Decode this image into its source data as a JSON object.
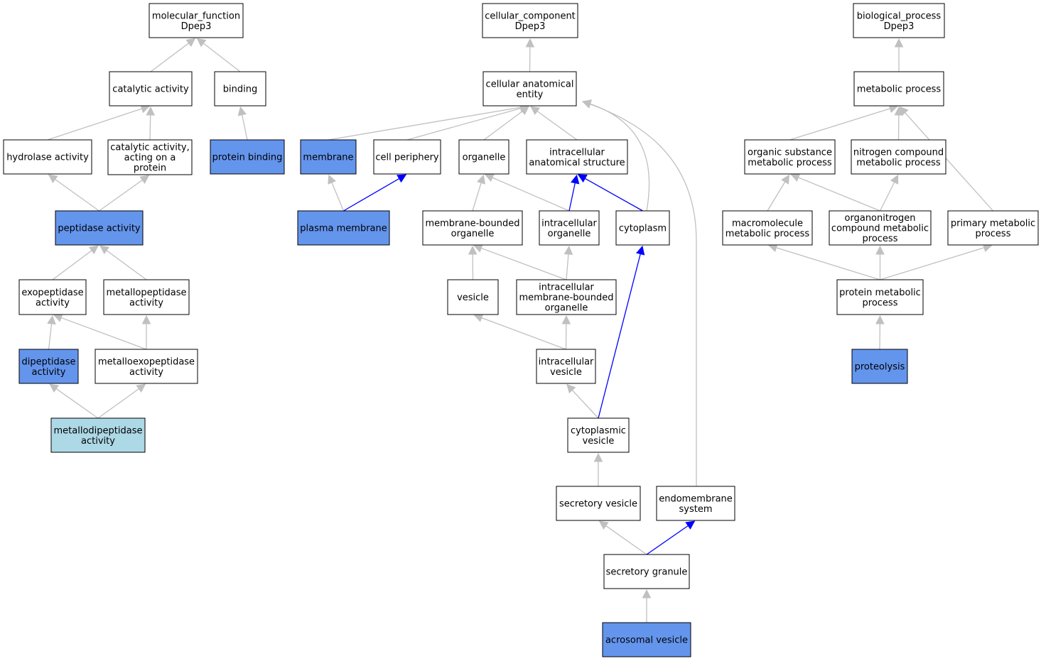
{
  "colors": {
    "default_fill": "#ffffff",
    "annotated_fill": "#6495ed",
    "query_fill": "#add8e6",
    "edge_gray": "#c0c0c0",
    "edge_blue": "#0000ff"
  },
  "nodes": {
    "mf_root": {
      "lines": [
        "molecular_function",
        "Dpep3"
      ],
      "kind": "default"
    },
    "catalytic_activity": {
      "lines": [
        "catalytic activity"
      ],
      "kind": "default"
    },
    "binding": {
      "lines": [
        "binding"
      ],
      "kind": "default"
    },
    "hydrolase_activity": {
      "lines": [
        "hydrolase activity"
      ],
      "kind": "default"
    },
    "catalytic_protein": {
      "lines": [
        "catalytic activity,",
        "acting on a",
        "protein"
      ],
      "kind": "default"
    },
    "protein_binding": {
      "lines": [
        "protein binding"
      ],
      "kind": "annotated"
    },
    "peptidase_activity": {
      "lines": [
        "peptidase activity"
      ],
      "kind": "annotated"
    },
    "exopeptidase_activity": {
      "lines": [
        "exopeptidase",
        "activity"
      ],
      "kind": "default"
    },
    "metallopeptidase_activity": {
      "lines": [
        "metallopeptidase",
        "activity"
      ],
      "kind": "default"
    },
    "dipeptidase_activity": {
      "lines": [
        "dipeptidase",
        "activity"
      ],
      "kind": "annotated"
    },
    "metalloexopeptidase_activity": {
      "lines": [
        "metalloexopeptidase",
        "activity"
      ],
      "kind": "default"
    },
    "metallodipeptidase_activity": {
      "lines": [
        "metallodipeptidase",
        "activity"
      ],
      "kind": "query"
    },
    "cc_root": {
      "lines": [
        "cellular_component",
        "Dpep3"
      ],
      "kind": "default"
    },
    "cellular_anatomical_entity": {
      "lines": [
        "cellular anatomical",
        "entity"
      ],
      "kind": "default"
    },
    "membrane": {
      "lines": [
        "membrane"
      ],
      "kind": "annotated"
    },
    "cell_periphery": {
      "lines": [
        "cell periphery"
      ],
      "kind": "default"
    },
    "organelle": {
      "lines": [
        "organelle"
      ],
      "kind": "default"
    },
    "intracellular_anatomical_structure": {
      "lines": [
        "intracellular",
        "anatomical structure"
      ],
      "kind": "default"
    },
    "plasma_membrane": {
      "lines": [
        "plasma membrane"
      ],
      "kind": "annotated"
    },
    "membrane_bounded_organelle": {
      "lines": [
        "membrane-bounded",
        "organelle"
      ],
      "kind": "default"
    },
    "intracellular_organelle": {
      "lines": [
        "intracellular",
        "organelle"
      ],
      "kind": "default"
    },
    "cytoplasm": {
      "lines": [
        "cytoplasm"
      ],
      "kind": "default"
    },
    "vesicle": {
      "lines": [
        "vesicle"
      ],
      "kind": "default"
    },
    "intracellular_mbo": {
      "lines": [
        "intracellular",
        "membrane-bounded",
        "organelle"
      ],
      "kind": "default"
    },
    "intracellular_vesicle": {
      "lines": [
        "intracellular",
        "vesicle"
      ],
      "kind": "default"
    },
    "cytoplasmic_vesicle": {
      "lines": [
        "cytoplasmic",
        "vesicle"
      ],
      "kind": "default"
    },
    "secretory_vesicle": {
      "lines": [
        "secretory vesicle"
      ],
      "kind": "default"
    },
    "endomembrane_system": {
      "lines": [
        "endomembrane",
        "system"
      ],
      "kind": "default"
    },
    "secretory_granule": {
      "lines": [
        "secretory granule"
      ],
      "kind": "default"
    },
    "acrosomal_vesicle": {
      "lines": [
        "acrosomal vesicle"
      ],
      "kind": "annotated"
    },
    "bp_root": {
      "lines": [
        "biological_process",
        "Dpep3"
      ],
      "kind": "default"
    },
    "metabolic_process": {
      "lines": [
        "metabolic process"
      ],
      "kind": "default"
    },
    "organic_substance_mp": {
      "lines": [
        "organic substance",
        "metabolic process"
      ],
      "kind": "default"
    },
    "nitrogen_compound_mp": {
      "lines": [
        "nitrogen compound",
        "metabolic process"
      ],
      "kind": "default"
    },
    "macromolecule_mp": {
      "lines": [
        "macromolecule",
        "metabolic process"
      ],
      "kind": "default"
    },
    "organonitrogen_cmp": {
      "lines": [
        "organonitrogen",
        "compound metabolic",
        "process"
      ],
      "kind": "default"
    },
    "primary_mp": {
      "lines": [
        "primary metabolic",
        "process"
      ],
      "kind": "default"
    },
    "protein_mp": {
      "lines": [
        "protein metabolic",
        "process"
      ],
      "kind": "default"
    },
    "proteolysis": {
      "lines": [
        "proteolysis"
      ],
      "kind": "annotated"
    }
  },
  "edges": [
    {
      "from": "catalytic_activity",
      "to": "mf_root",
      "color": "gray"
    },
    {
      "from": "binding",
      "to": "mf_root",
      "color": "gray"
    },
    {
      "from": "hydrolase_activity",
      "to": "catalytic_activity",
      "color": "gray"
    },
    {
      "from": "catalytic_protein",
      "to": "catalytic_activity",
      "color": "gray"
    },
    {
      "from": "protein_binding",
      "to": "binding",
      "color": "gray"
    },
    {
      "from": "peptidase_activity",
      "to": "hydrolase_activity",
      "color": "gray"
    },
    {
      "from": "peptidase_activity",
      "to": "catalytic_protein",
      "color": "gray"
    },
    {
      "from": "exopeptidase_activity",
      "to": "peptidase_activity",
      "color": "gray"
    },
    {
      "from": "metallopeptidase_activity",
      "to": "peptidase_activity",
      "color": "gray"
    },
    {
      "from": "dipeptidase_activity",
      "to": "exopeptidase_activity",
      "color": "gray"
    },
    {
      "from": "metalloexopeptidase_activity",
      "to": "exopeptidase_activity",
      "color": "gray"
    },
    {
      "from": "metalloexopeptidase_activity",
      "to": "metallopeptidase_activity",
      "color": "gray"
    },
    {
      "from": "metallodipeptidase_activity",
      "to": "dipeptidase_activity",
      "color": "gray"
    },
    {
      "from": "metallodipeptidase_activity",
      "to": "metalloexopeptidase_activity",
      "color": "gray"
    },
    {
      "from": "cellular_anatomical_entity",
      "to": "cc_root",
      "color": "gray"
    },
    {
      "from": "membrane",
      "to": "cellular_anatomical_entity",
      "color": "gray"
    },
    {
      "from": "cell_periphery",
      "to": "cellular_anatomical_entity",
      "color": "gray"
    },
    {
      "from": "organelle",
      "to": "cellular_anatomical_entity",
      "color": "gray"
    },
    {
      "from": "intracellular_anatomical_structure",
      "to": "cellular_anatomical_entity",
      "color": "gray"
    },
    {
      "from": "cytoplasm",
      "to": "cellular_anatomical_entity",
      "color": "gray",
      "curve": "cyto"
    },
    {
      "from": "endomembrane_system",
      "to": "cellular_anatomical_entity",
      "color": "gray",
      "curve": "endo"
    },
    {
      "from": "plasma_membrane",
      "to": "membrane",
      "color": "gray"
    },
    {
      "from": "plasma_membrane",
      "to": "cell_periphery",
      "color": "blue"
    },
    {
      "from": "membrane_bounded_organelle",
      "to": "organelle",
      "color": "gray"
    },
    {
      "from": "intracellular_organelle",
      "to": "organelle",
      "color": "gray"
    },
    {
      "from": "intracellular_organelle",
      "to": "intracellular_anatomical_structure",
      "color": "blue"
    },
    {
      "from": "cytoplasm",
      "to": "intracellular_anatomical_structure",
      "color": "blue"
    },
    {
      "from": "vesicle",
      "to": "membrane_bounded_organelle",
      "color": "gray"
    },
    {
      "from": "intracellular_mbo",
      "to": "membrane_bounded_organelle",
      "color": "gray"
    },
    {
      "from": "intracellular_mbo",
      "to": "intracellular_organelle",
      "color": "gray"
    },
    {
      "from": "intracellular_vesicle",
      "to": "vesicle",
      "color": "gray"
    },
    {
      "from": "intracellular_vesicle",
      "to": "intracellular_mbo",
      "color": "gray"
    },
    {
      "from": "cytoplasmic_vesicle",
      "to": "intracellular_vesicle",
      "color": "gray"
    },
    {
      "from": "cytoplasmic_vesicle",
      "to": "cytoplasm",
      "color": "blue"
    },
    {
      "from": "secretory_vesicle",
      "to": "cytoplasmic_vesicle",
      "color": "gray"
    },
    {
      "from": "secretory_granule",
      "to": "secretory_vesicle",
      "color": "gray"
    },
    {
      "from": "secretory_granule",
      "to": "endomembrane_system",
      "color": "blue"
    },
    {
      "from": "acrosomal_vesicle",
      "to": "secretory_granule",
      "color": "gray"
    },
    {
      "from": "metabolic_process",
      "to": "bp_root",
      "color": "gray"
    },
    {
      "from": "organic_substance_mp",
      "to": "metabolic_process",
      "color": "gray"
    },
    {
      "from": "nitrogen_compound_mp",
      "to": "metabolic_process",
      "color": "gray"
    },
    {
      "from": "primary_mp",
      "to": "metabolic_process",
      "color": "gray"
    },
    {
      "from": "macromolecule_mp",
      "to": "organic_substance_mp",
      "color": "gray"
    },
    {
      "from": "organonitrogen_cmp",
      "to": "organic_substance_mp",
      "color": "gray"
    },
    {
      "from": "organonitrogen_cmp",
      "to": "nitrogen_compound_mp",
      "color": "gray"
    },
    {
      "from": "protein_mp",
      "to": "macromolecule_mp",
      "color": "gray"
    },
    {
      "from": "protein_mp",
      "to": "organonitrogen_cmp",
      "color": "gray"
    },
    {
      "from": "protein_mp",
      "to": "primary_mp",
      "color": "gray"
    },
    {
      "from": "proteolysis",
      "to": "protein_mp",
      "color": "gray"
    }
  ]
}
